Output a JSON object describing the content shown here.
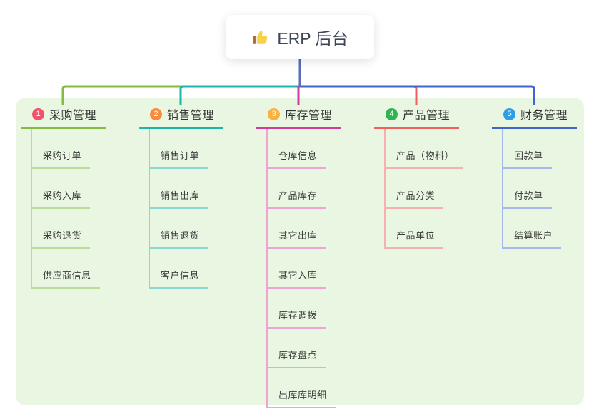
{
  "root": {
    "label": "ERP 后台",
    "icon": "thumbs-up-icon"
  },
  "colors": {
    "page_bg": "#ffffff",
    "panel_bg": "#e9f6e2",
    "card_bg": "#ffffff",
    "root_text": "#3f4757",
    "title_text": "#333333",
    "child_text": "#3d3d3d",
    "root_line": "#5b6cc0",
    "thumb_yellow": "#f8d14a",
    "thumb_cuff": "#b06f2e"
  },
  "branches": [
    {
      "num": "1",
      "title": "采购管理",
      "badge_color": "#f4516c",
      "line_color": "#85bb40",
      "child_line_color": "#b9dc97",
      "children": [
        "采购订单",
        "采购入库",
        "采购退货",
        "供应商信息"
      ]
    },
    {
      "num": "2",
      "title": "销售管理",
      "badge_color": "#fa8b3e",
      "line_color": "#1db5a8",
      "child_line_color": "#8ad8d0",
      "children": [
        "销售订单",
        "销售出库",
        "销售退货",
        "客户信息"
      ]
    },
    {
      "num": "3",
      "title": "库存管理",
      "badge_color": "#fbb03f",
      "line_color": "#d23c9e",
      "child_line_color": "#f2a2d3",
      "children": [
        "仓库信息",
        "产品库存",
        "其它出库",
        "其它入库",
        "库存调拨",
        "库存盘点",
        "出库库明细"
      ]
    },
    {
      "num": "4",
      "title": "产品管理",
      "badge_color": "#2fb44f",
      "line_color": "#f25f5f",
      "child_line_color": "#f8b0b0",
      "children": [
        "产品（物料）",
        "产品分类",
        "产品单位"
      ]
    },
    {
      "num": "5",
      "title": "财务管理",
      "badge_color": "#2d9fe8",
      "line_color": "#4165cb",
      "child_line_color": "#a6b7ec",
      "children": [
        "回款单",
        "付款单",
        "结算账户"
      ]
    }
  ]
}
